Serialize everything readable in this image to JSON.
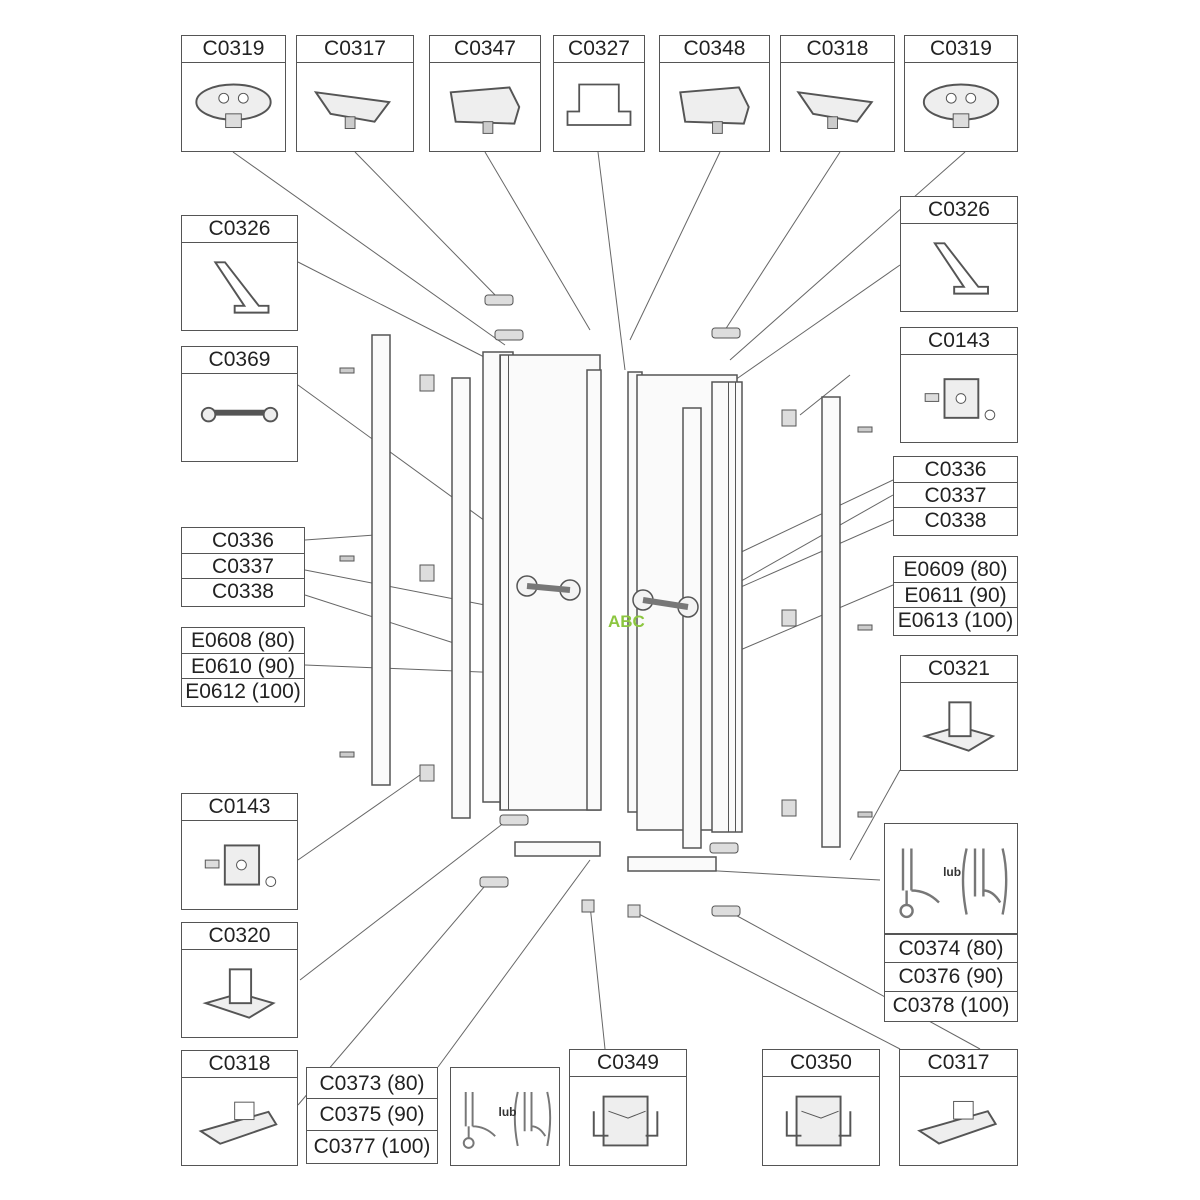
{
  "top_row": [
    "C0319",
    "C0317",
    "C0347",
    "C0327",
    "C0348",
    "C0318",
    "C0319"
  ],
  "left": {
    "c0326": "C0326",
    "c0369": "C0369",
    "profile_group": [
      "C0336",
      "C0337",
      "C0338"
    ],
    "glass_group": [
      "E0608 (80)",
      "E0610 (90)",
      "E0612 (100)"
    ],
    "c0143": "C0143",
    "c0320": "C0320",
    "c0318": "C0318"
  },
  "right": {
    "c0326": "C0326",
    "c0143": "C0143",
    "profile_group": [
      "C0336",
      "C0337",
      "C0338"
    ],
    "glass_group": [
      "E0609 (80)",
      "E0611 (90)",
      "E0613 (100)"
    ],
    "c0321": "C0321",
    "seal_group": [
      "C0374 (80)",
      "C0376 (90)",
      "C0378 (100)"
    ],
    "seal_lub": "lub"
  },
  "bottom": {
    "seal_group": [
      "C0373 (80)",
      "C0375 (90)",
      "C0377 (100)"
    ],
    "seal_lub": "lub",
    "c0349": "C0349",
    "c0350": "C0350",
    "c0317": "C0317"
  },
  "watermark": "ABC",
  "colors": {
    "line": "#555555",
    "watermark": "#8cc63f"
  }
}
